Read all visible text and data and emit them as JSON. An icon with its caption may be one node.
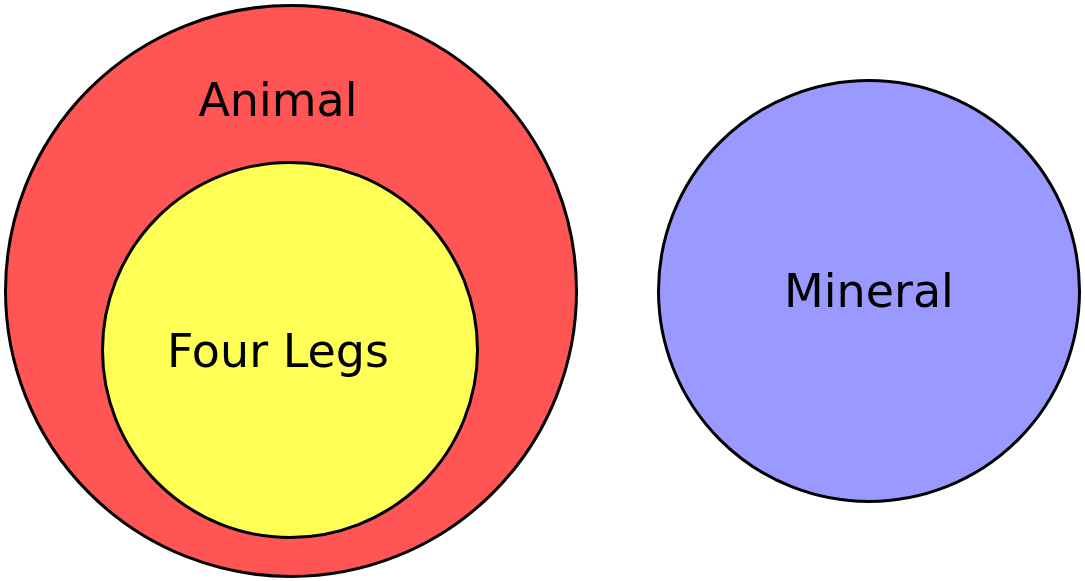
{
  "diagram": {
    "nodes": [
      {
        "text": [
          "Animal"
        ]
      },
      {
        "text": [
          "Four Legs"
        ],
        "in": 0
      },
      {
        "text": [
          "Mineral"
        ]
      }
    ]
  }
}
